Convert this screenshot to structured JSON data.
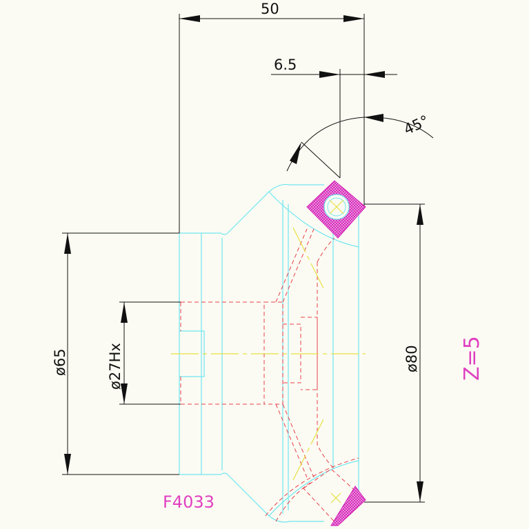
{
  "dimensions": {
    "width_50": "50",
    "offset_6_5": "6.5",
    "angle_45": "45°",
    "diameter_65": "ø65",
    "diameter_27": "ø27Hx",
    "diameter_80": "ø80"
  },
  "labels": {
    "part_code": "F4033",
    "count": "Z=5"
  },
  "colors": {
    "outline": "#6fe6f0",
    "hidden": "#e8404a",
    "centerline": "#e8e040",
    "insert": "#e040c0",
    "dimension": "#111111"
  }
}
